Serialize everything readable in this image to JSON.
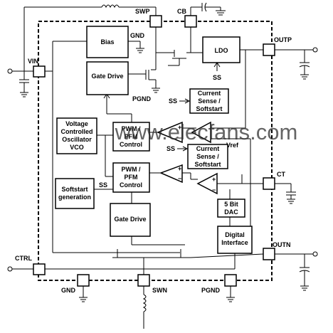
{
  "blocks": {
    "bias": "Bias",
    "gate_drive_top": "Gate Drive",
    "ldo": "LDO",
    "current_sense_1": [
      "Current",
      "Sense /",
      "Softstart"
    ],
    "current_sense_2": [
      "Current",
      "Sense /",
      "Softstart"
    ],
    "vco": [
      "Voltage",
      "Controlled",
      "Oscillator",
      "VCO"
    ],
    "pwm_1": [
      "PWM /",
      "PFM",
      "Control"
    ],
    "pwm_2": [
      "PWM /",
      "PFM",
      "Control"
    ],
    "softstart_gen": [
      "Softstart",
      "generation"
    ],
    "gate_drive_bottom": "Gate Drive",
    "dac": [
      "5 Bit",
      "DAC"
    ],
    "digital_interface": [
      "Digital",
      "Interface"
    ]
  },
  "pins": {
    "vin": "VIN",
    "swp": "SWP",
    "cb": "CB",
    "outp": "OUTP",
    "ct": "CT",
    "outn": "OUTN",
    "ctrl": "CTRL",
    "gnd": "GND",
    "swn": "SWN",
    "pgnd": "PGND"
  },
  "labels": {
    "gnd_internal": "GND",
    "pgnd_internal": "PGND",
    "ss_ldo": "SS",
    "ss_cs1": "SS",
    "ss_cs2": "SS",
    "ss_softstart": "SS",
    "vref": "Vref",
    "plus": "+",
    "minus": "−"
  },
  "watermark": "www.elecfans.com"
}
